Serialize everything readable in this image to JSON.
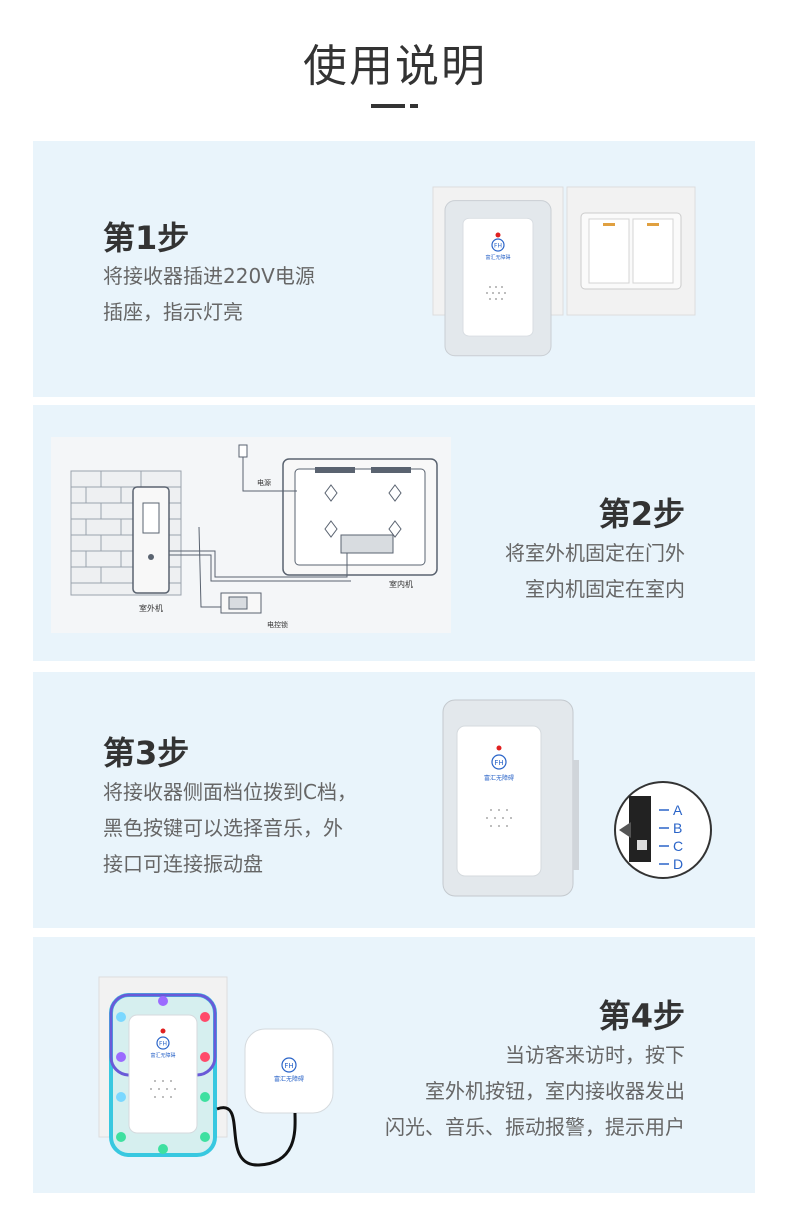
{
  "page_title": "使用说明",
  "steps": [
    {
      "heading": "第1步",
      "lines": [
        "将接收器插进220V电源",
        "插座，指示灯亮"
      ]
    },
    {
      "heading": "第2步",
      "lines": [
        "将室外机固定在门外",
        "室内机固定在室内"
      ]
    },
    {
      "heading": "第3步",
      "lines": [
        "将接收器侧面档位拨到C档，",
        "黑色按键可以选择音乐，外",
        "接口可连接振动盘"
      ]
    },
    {
      "heading": "第4步",
      "lines": [
        "当访客来访时，按下",
        "室外机按钮，室内接收器发出",
        "闪光、音乐、振动报警，提示用户"
      ]
    }
  ],
  "diagram_labels": {
    "outdoor": "室外机",
    "indoor": "室内机",
    "power": "电源",
    "lock": "电控锁"
  },
  "switch_positions": [
    "A",
    "B",
    "C",
    "D"
  ],
  "brand_label": "富汇无障碍",
  "logo_text": "FH"
}
